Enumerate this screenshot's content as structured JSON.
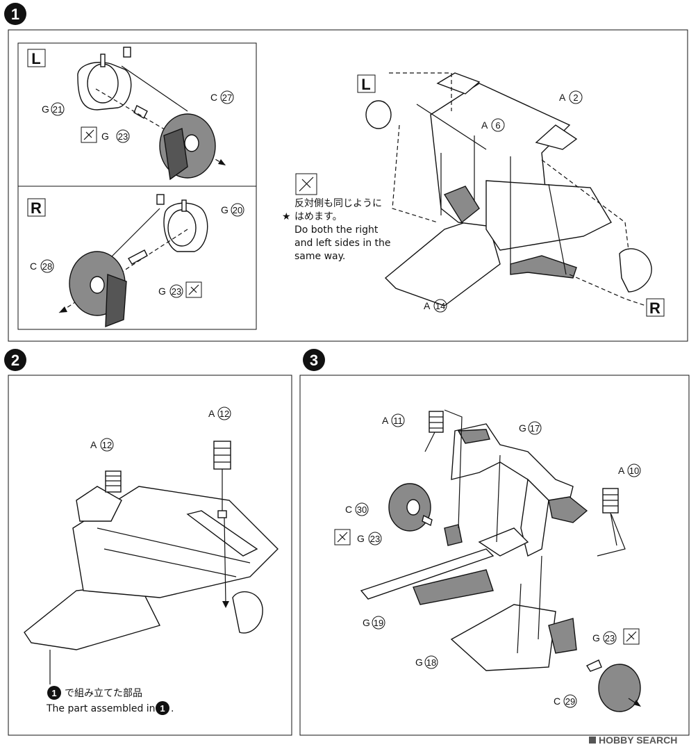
{
  "steps": [
    {
      "number": "1"
    },
    {
      "number": "2"
    },
    {
      "number": "3"
    }
  ],
  "step1": {
    "left_box_letter": "L",
    "right_box_letter": "R",
    "main_left_letter": "L",
    "main_right_letter": "R",
    "callouts": [
      {
        "prefix": "G",
        "num": "21"
      },
      {
        "prefix": "C",
        "num": "27"
      },
      {
        "prefix": "G",
        "num": "23"
      },
      {
        "prefix": "G",
        "num": "20"
      },
      {
        "prefix": "C",
        "num": "28"
      },
      {
        "prefix": "G",
        "num": "23"
      },
      {
        "prefix": "A",
        "num": "2"
      },
      {
        "prefix": "A",
        "num": "6"
      },
      {
        "prefix": "A",
        "num": "14"
      }
    ],
    "note_jp_line1": "反対側も同じように",
    "note_jp_line2": "はめます。",
    "note_star": "★",
    "note_en_line1": "Do both the right",
    "note_en_line2": "and left sides in the",
    "note_en_line3": "same way."
  },
  "step2": {
    "callouts": [
      {
        "prefix": "A",
        "num": "12"
      },
      {
        "prefix": "A",
        "num": "12"
      }
    ],
    "ref_jp": "で組み立てた部品",
    "ref_en": "The part assembled in",
    "ref_step": "1",
    "ref_en_end": "."
  },
  "step3": {
    "callouts": [
      {
        "prefix": "A",
        "num": "11"
      },
      {
        "prefix": "G",
        "num": "17"
      },
      {
        "prefix": "A",
        "num": "10"
      },
      {
        "prefix": "C",
        "num": "30"
      },
      {
        "prefix": "G",
        "num": "23"
      },
      {
        "prefix": "G",
        "num": "19"
      },
      {
        "prefix": "G",
        "num": "18"
      },
      {
        "prefix": "G",
        "num": "23"
      },
      {
        "prefix": "C",
        "num": "29"
      }
    ]
  },
  "watermark": "HOBBY SEARCH",
  "colors": {
    "ink": "#111111",
    "part_gray": "#8a8a8a",
    "paper": "#ffffff"
  }
}
